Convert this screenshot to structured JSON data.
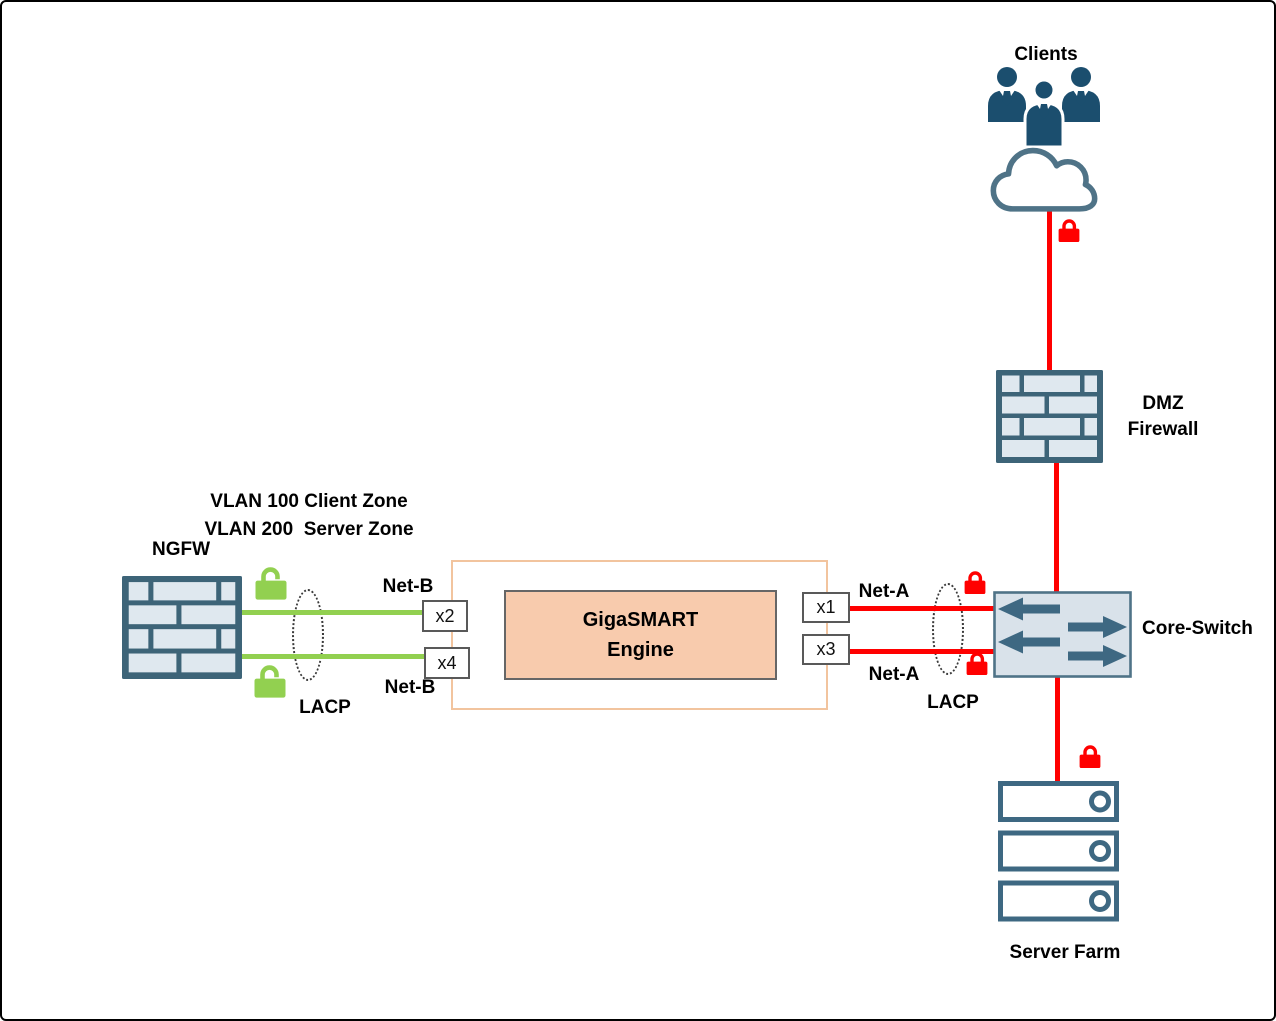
{
  "diagram": {
    "clients": {
      "label": "Clients"
    },
    "dmz_firewall": {
      "line1": "DMZ",
      "line2": "Firewall"
    },
    "core_switch": {
      "label": "Core-Switch"
    },
    "server_farm": {
      "label": "Server Farm"
    },
    "vlan_note": {
      "line1": "VLAN 100 Client Zone",
      "line2": "VLAN 200  Server Zone"
    },
    "ngfw": {
      "label": "NGFW"
    },
    "gigasmart_engine": {
      "line1": "GigaSMART",
      "line2": "Engine"
    },
    "ports": {
      "x1": "x1",
      "x2": "x2",
      "x3": "x3",
      "x4": "x4"
    },
    "link_labels": {
      "net_b_top": "Net-B",
      "net_b_bottom": "Net-B",
      "net_a_top": "Net-A",
      "net_a_bottom": "Net-A",
      "lacp_left": "LACP",
      "lacp_right": "LACP"
    },
    "icons": {
      "clients": "users-icon",
      "internet": "cloud-icon",
      "encrypted_link": "lock-closed-icon",
      "decrypted_link": "lock-open-icon",
      "firewall": "brick-wall-icon",
      "switch": "switch-arrows-icon",
      "servers": "server-stack-icon",
      "lacp_group": "dashed-ellipse"
    },
    "colors": {
      "navy": "#1b4e6e",
      "slate": "#3d6478",
      "brick_fill": "#dfe8ef",
      "switch_fill": "#d9e2ea",
      "red": "#ff0000",
      "green": "#92d050",
      "peach_fill": "#f8cbad",
      "peach_border": "#f2c49e",
      "port_border": "#595959"
    }
  }
}
